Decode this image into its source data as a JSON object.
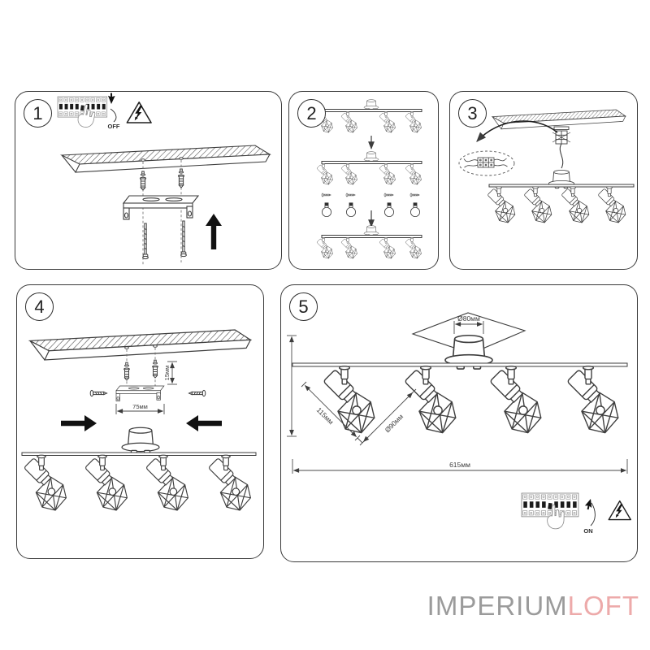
{
  "colors": {
    "line": "#3d3d3d",
    "light_line": "#8a8a8a",
    "black_fill": "#111111",
    "brand_gray": "#9b9b9b",
    "brand_pink": "#edaaaa",
    "paper": "#ffffff"
  },
  "panels": {
    "p1": {
      "number": "1",
      "switch_label": "OFF"
    },
    "p2": {
      "number": "2"
    },
    "p3": {
      "number": "3"
    },
    "p4": {
      "number": "4",
      "dims": {
        "bracket_width": "75мм",
        "anchor_height": "15мм"
      }
    },
    "p5": {
      "number": "5",
      "dims": {
        "canopy_diameter": "Ø80мм",
        "spot_length": "115мм",
        "shade_diameter": "Ø90мм",
        "total_length": "615мм"
      },
      "switch_label": "ON"
    }
  },
  "logo": {
    "imperium": "IMPERIUM",
    "loft": "LOFT"
  }
}
